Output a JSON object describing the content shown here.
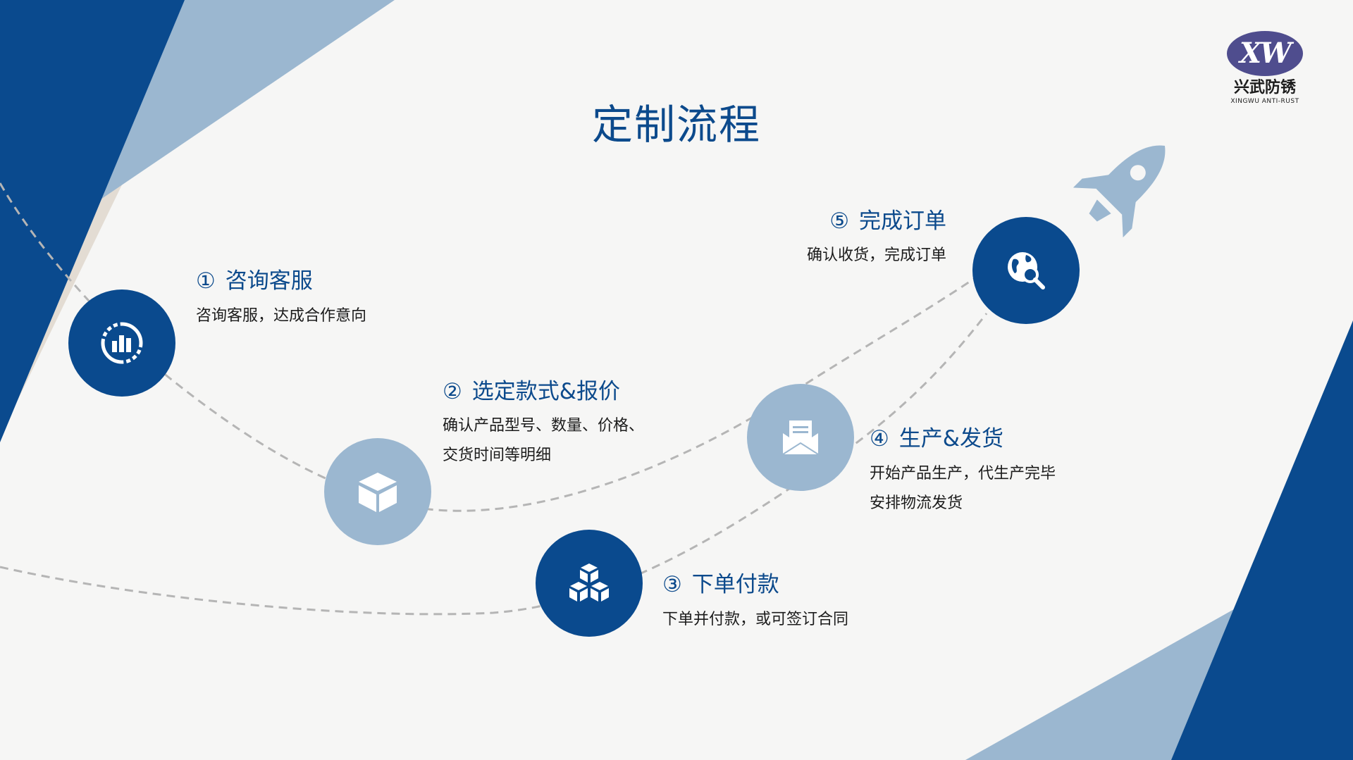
{
  "logo": {
    "badge": "XW",
    "name_cn": "兴武防锈",
    "name_en": "XINGWU ANTI-RUST"
  },
  "title": "定制流程",
  "colors": {
    "primary": "#0a4a8e",
    "light": "#9bb7d0",
    "beige": "#e3dcd3",
    "background": "#f6f6f5"
  },
  "steps": [
    {
      "num": "①",
      "title": "咨询客服",
      "desc": [
        "咨询客服，达成合作意向"
      ],
      "icon": "chart-cycle-icon",
      "style": "dark"
    },
    {
      "num": "②",
      "title": "选定款式&报价",
      "desc": [
        "确认产品型号、数量、价格、",
        "交货时间等明细"
      ],
      "icon": "cube-icon",
      "style": "light"
    },
    {
      "num": "③",
      "title": "下单付款",
      "desc": [
        "下单并付款，或可签订合同"
      ],
      "icon": "stacked-cubes-icon",
      "style": "dark"
    },
    {
      "num": "④",
      "title": "生产&发货",
      "desc": [
        "开始产品生产，代生产完毕",
        "安排物流发货"
      ],
      "icon": "envelope-icon",
      "style": "light"
    },
    {
      "num": "⑤",
      "title": "完成订单",
      "desc": [
        "确认收货，完成订单"
      ],
      "icon": "globe-search-icon",
      "style": "dark"
    }
  ],
  "decoration": {
    "rocket_icon": "rocket-icon"
  }
}
